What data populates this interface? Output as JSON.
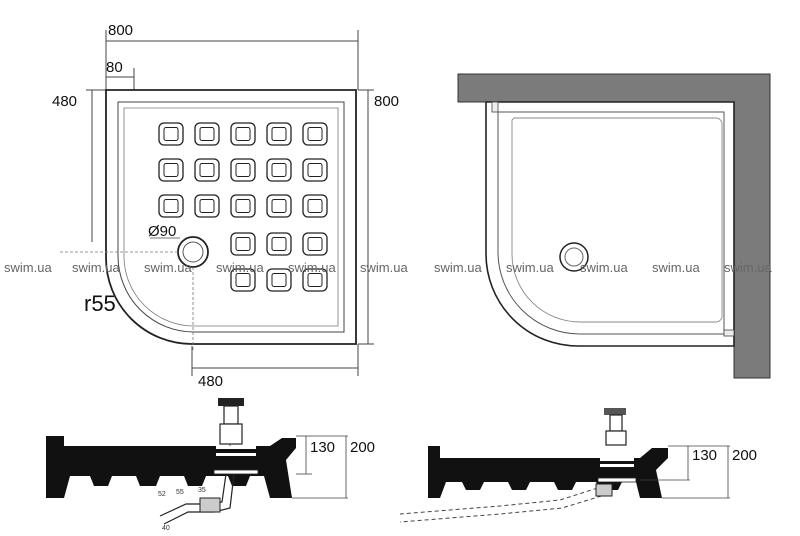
{
  "top_view": {
    "width_label": "800",
    "depth_label": "800",
    "offset_top_label": "80",
    "leg_left_label": "480",
    "leg_bottom_label": "480",
    "drain_label": "Ø90",
    "radius_label": "r55"
  },
  "profile_left": {
    "h1_label": "130",
    "h2_label": "200",
    "pipe_labels": [
      "52",
      "55",
      "35",
      "40"
    ]
  },
  "profile_right": {
    "h1_label": "130",
    "h2_label": "200"
  },
  "watermarks": [
    "swim.ua",
    "swim.ua",
    "swim.ua",
    "swim.ua",
    "swim.ua",
    "swim.ua",
    "swim.ua",
    "swim.ua",
    "swim.ua",
    "swim.ua",
    "swim.ua"
  ]
}
